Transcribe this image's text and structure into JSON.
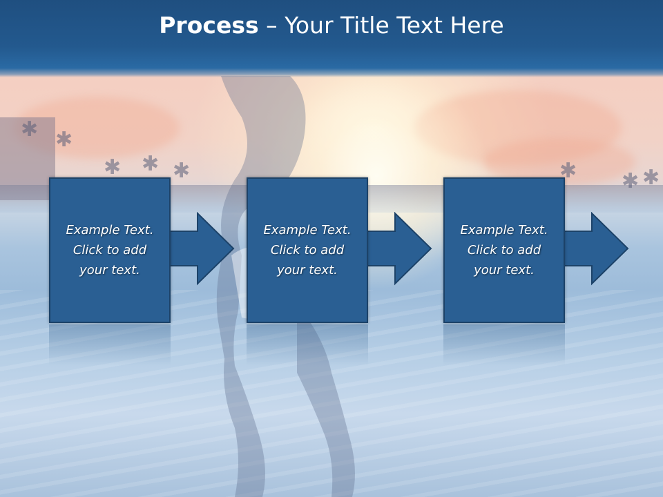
{
  "title": {
    "bold": "Process",
    "rest": " – Your Title Text Here"
  },
  "steps": [
    {
      "line1": "Example Text.",
      "line2": "Click to add",
      "line3": "your text."
    },
    {
      "line1": "Example Text.",
      "line2": "Click to add",
      "line3": "your text."
    },
    {
      "line1": "Example Text.",
      "line2": "Click to add",
      "line3": "your text."
    }
  ],
  "colors": {
    "title_bar": "#23598e",
    "box_fill": "#2a5f93",
    "box_border": "#1c4268",
    "text": "#ffffff"
  },
  "icons": {
    "arrow": "right-arrow-icon"
  }
}
